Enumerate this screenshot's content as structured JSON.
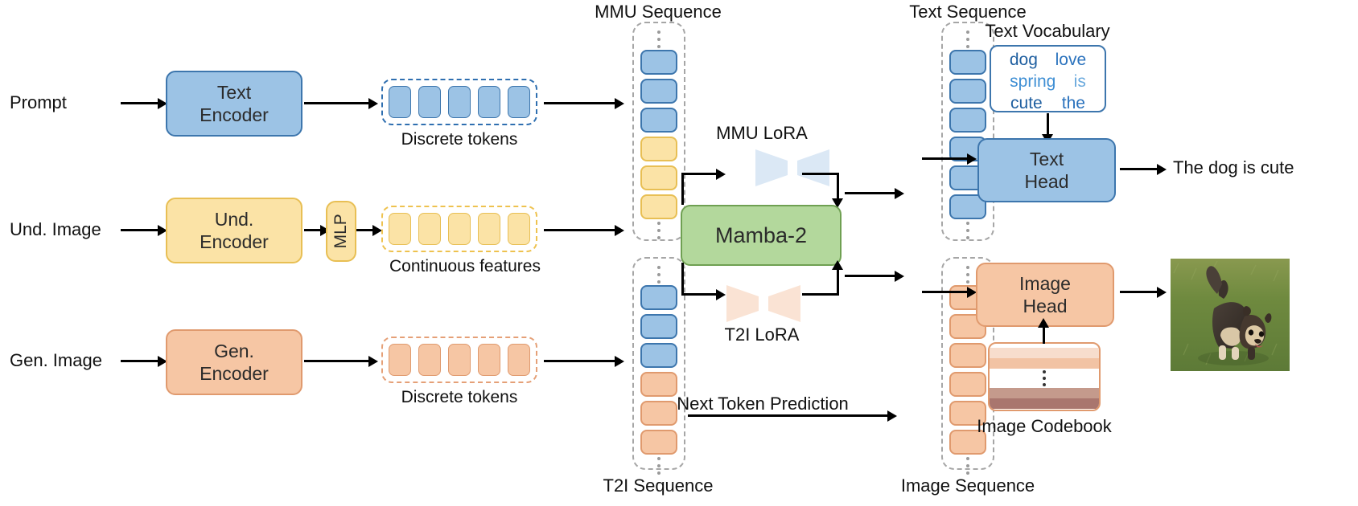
{
  "inputs": {
    "prompt": "Prompt",
    "und_image": "Und. Image",
    "gen_image": "Gen. Image"
  },
  "encoders": {
    "text_encoder_line1": "Text",
    "text_encoder_line2": "Encoder",
    "und_encoder_line1": "Und.",
    "und_encoder_line2": "Encoder",
    "gen_encoder_line1": "Gen.",
    "gen_encoder_line2": "Encoder",
    "mlp": "MLP"
  },
  "token_group_labels": {
    "text_tokens": "Discrete tokens",
    "und_features": "Continuous features",
    "gen_tokens": "Discrete tokens"
  },
  "sequences": {
    "mmu": {
      "label": "MMU Sequence",
      "tokens": [
        "blue",
        "blue",
        "blue",
        "yellow",
        "yellow",
        "yellow"
      ]
    },
    "t2i": {
      "label": "T2I Sequence",
      "tokens": [
        "blue",
        "blue",
        "blue",
        "orange",
        "orange",
        "orange"
      ]
    },
    "text_out": {
      "label": "Text Sequence",
      "tokens": [
        "blue",
        "blue",
        "blue",
        "blue",
        "blue",
        "blue"
      ]
    },
    "image_out": {
      "label": "Image Sequence",
      "tokens": [
        "orange",
        "orange",
        "orange",
        "orange",
        "orange",
        "orange"
      ]
    }
  },
  "backbone": {
    "name": "Mamba-2",
    "mmu_lora": "MMU LoRA",
    "t2i_lora": "T2I LoRA"
  },
  "edges": {
    "next_token_prediction": "Next Token Prediction"
  },
  "vocabulary": {
    "label": "Text Vocabulary",
    "rows": [
      [
        {
          "w": "dog",
          "shade": "#1f5fa0"
        },
        {
          "w": "love",
          "shade": "#2a72bd"
        }
      ],
      [
        {
          "w": "spring",
          "shade": "#3f8fd4"
        },
        {
          "w": "is",
          "shade": "#6aa9dd"
        }
      ],
      [
        {
          "w": "cute",
          "shade": "#1f5fa0"
        },
        {
          "w": "the",
          "shade": "#2a72bd"
        }
      ]
    ]
  },
  "heads": {
    "text_head_line1": "Text",
    "text_head_line2": "Head",
    "image_head_line1": "Image",
    "image_head_line2": "Head"
  },
  "codebook": {
    "label": "Image Codebook",
    "bands": [
      "#f7ddcd",
      "#f2c3a4",
      "#c49a8c",
      "#a9766e"
    ]
  },
  "outputs": {
    "text_result": "The dog is cute",
    "image_result_alt": "generated dog photo on grass"
  },
  "colors": {
    "blue_fill": "#9cc3e5",
    "blue_stroke": "#3d76ad",
    "yellow_fill": "#fbe3a6",
    "yellow_stroke": "#e8bf54",
    "orange_fill": "#f6c6a4",
    "orange_stroke": "#e09a6e",
    "green_fill": "#b3d89c",
    "green_stroke": "#6fa052",
    "lora_blue": "#dbe8f5",
    "lora_orange": "#fae3d4",
    "dash_gray": "#a6a6a6"
  }
}
